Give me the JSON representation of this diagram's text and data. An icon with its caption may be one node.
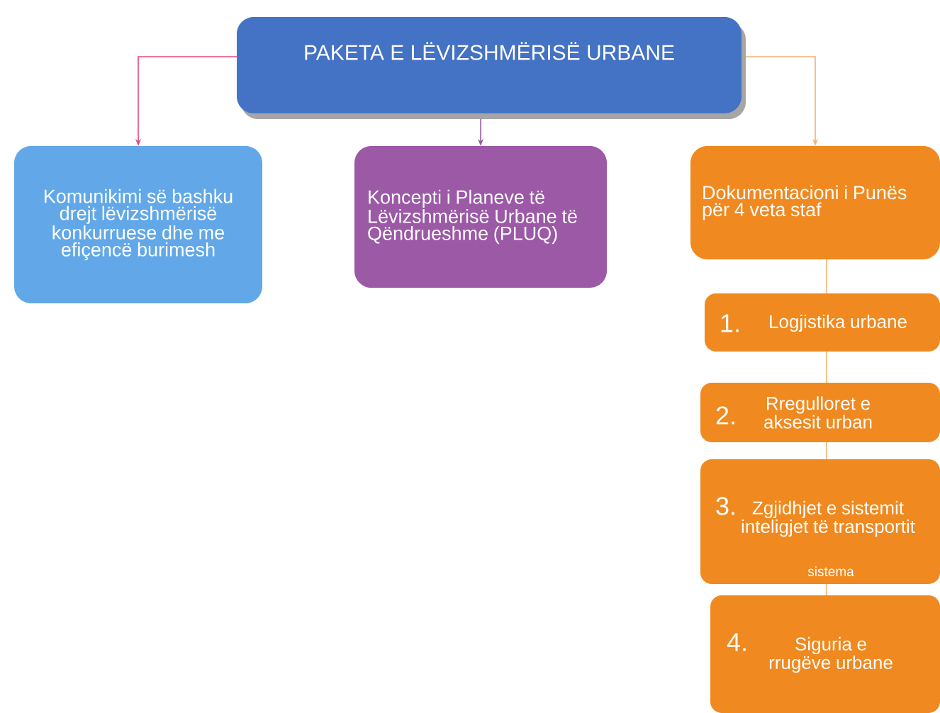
{
  "diagram": {
    "nodes": [
      {
        "text": [
          "PAKETA E LËVIZSHMËRISË URBANE"
        ]
      },
      {
        "text": [
          "Komunikimi së bashku drejt lëvizshmërisë konkurruese dhe me efiçencë burimesh"
        ]
      },
      {
        "text": [
          "Koncepti i Planeve të Lëvizshmërisë Urbane të Qëndrueshme (PLUQ)"
        ]
      },
      {
        "text": [
          "Dokumentacioni i Punës për 4 veta staf"
        ]
      },
      {
        "text": [
          "1.",
          "Logjistika urbane"
        ]
      },
      {
        "text": [
          "2.",
          "Rregulloret e aksesit urban"
        ]
      },
      {
        "text": [
          "3.",
          "Zgjidhjet e sistemit inteligjet të transportit",
          "sistema"
        ]
      },
      {
        "text": [
          "4.",
          "Siguria e rrugëve urbane"
        ]
      }
    ],
    "edges": [
      {
        "from": 0,
        "to": 1,
        "arrow": "to",
        "color": "#e8467c"
      },
      {
        "from": 0,
        "to": 2,
        "arrow": "to",
        "color": "#9b59a6"
      },
      {
        "from": 0,
        "to": 3,
        "arrow": "to"
      },
      {
        "from": 3,
        "to": 4,
        "arrow": "none"
      },
      {
        "from": 4,
        "to": 5,
        "arrow": "none"
      },
      {
        "from": 5,
        "to": 6,
        "arrow": "none"
      },
      {
        "from": 6,
        "to": 7,
        "arrow": "none"
      }
    ]
  }
}
